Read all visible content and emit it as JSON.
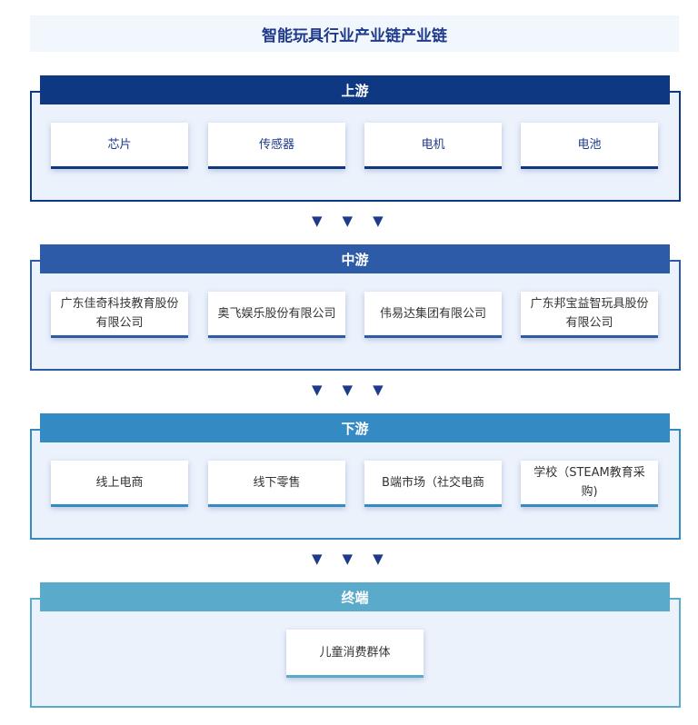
{
  "title": "智能玩具行业产业链产业链",
  "sections": [
    {
      "label": "上游",
      "color": "#0f3882",
      "items": [
        "芯片",
        "传感器",
        "电机",
        "电池"
      ]
    },
    {
      "label": "中游",
      "color": "#2d5ba8",
      "items": [
        "广东佳奇科技教育股份有限公司",
        "奥飞娱乐股份有限公司",
        "伟易达集团有限公司",
        "广东邦宝益智玩具股份有限公司"
      ]
    },
    {
      "label": "下游",
      "color": "#348bc3",
      "items": [
        "线上电商",
        "线下零售",
        "B端市场（社交电商",
        "学校（STEAM教育采购)"
      ]
    },
    {
      "label": "终端",
      "color": "#5aaacc",
      "items": [
        "儿童消费群体"
      ]
    }
  ],
  "arrow": "▼"
}
